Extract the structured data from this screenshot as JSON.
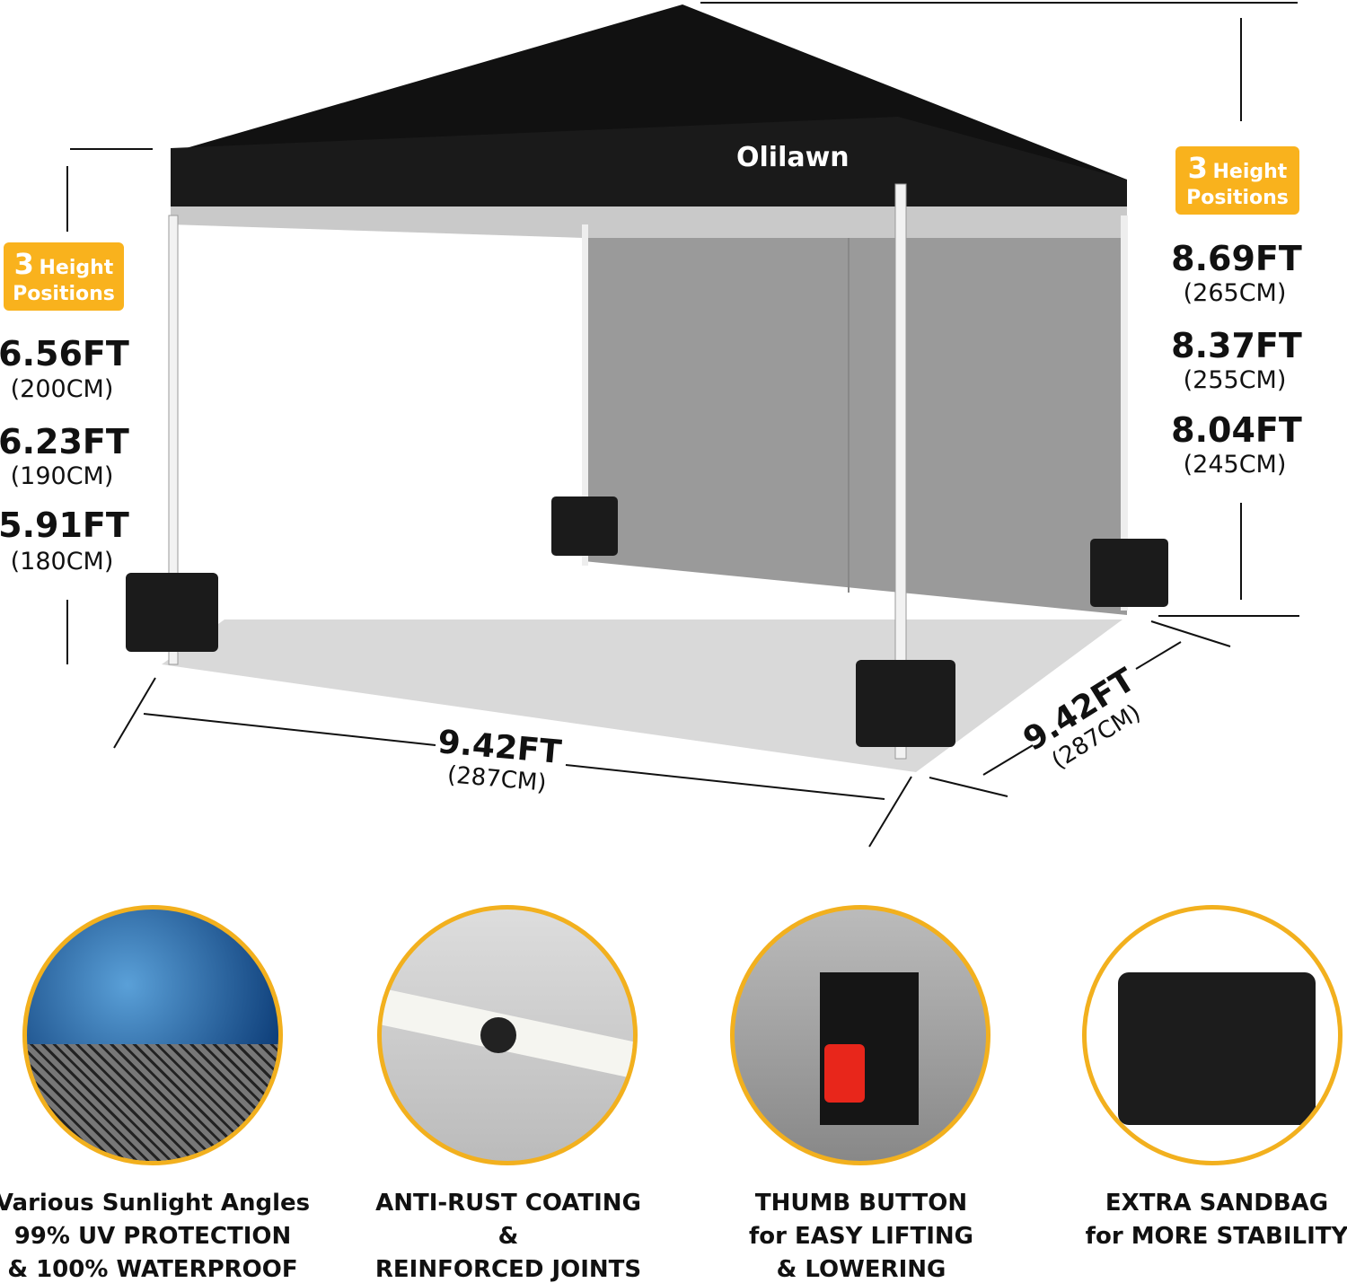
{
  "brand": "Olilawn",
  "left": {
    "badge_number": "3",
    "badge_text_1": "Height",
    "badge_text_2": "Positions",
    "heights": [
      {
        "ft": "6.56FT",
        "cm": "(200CM)"
      },
      {
        "ft": "6.23FT",
        "cm": "(190CM)"
      },
      {
        "ft": "5.91FT",
        "cm": "(180CM)"
      }
    ]
  },
  "right": {
    "badge_number": "3",
    "badge_text_1": "Height",
    "badge_text_2": "Positions",
    "heights": [
      {
        "ft": "8.69FT",
        "cm": "(265CM)"
      },
      {
        "ft": "8.37FT",
        "cm": "(255CM)"
      },
      {
        "ft": "8.04FT",
        "cm": "(245CM)"
      }
    ]
  },
  "width_dim": {
    "ft": "9.42FT",
    "cm": "(287CM)"
  },
  "depth_dim": {
    "ft": "9.42FT",
    "cm": "(287CM)"
  },
  "features": [
    {
      "lines": [
        "Various Sunlight Angles",
        "99% UV PROTECTION",
        "& 100% WATERPROOF"
      ]
    },
    {
      "lines": [
        "ANTI-RUST COATING",
        "&",
        "REINFORCED JOINTS"
      ]
    },
    {
      "lines": [
        "THUMB BUTTON",
        "for EASY LIFTING",
        "& LOWERING"
      ]
    },
    {
      "lines": [
        "EXTRA SANDBAG",
        "for MORE STABILITY"
      ]
    }
  ],
  "colors": {
    "accent": "#f9b21d",
    "canopy": "#111111",
    "wall": "#9a9a9a",
    "floor": "#d9d9d9"
  }
}
